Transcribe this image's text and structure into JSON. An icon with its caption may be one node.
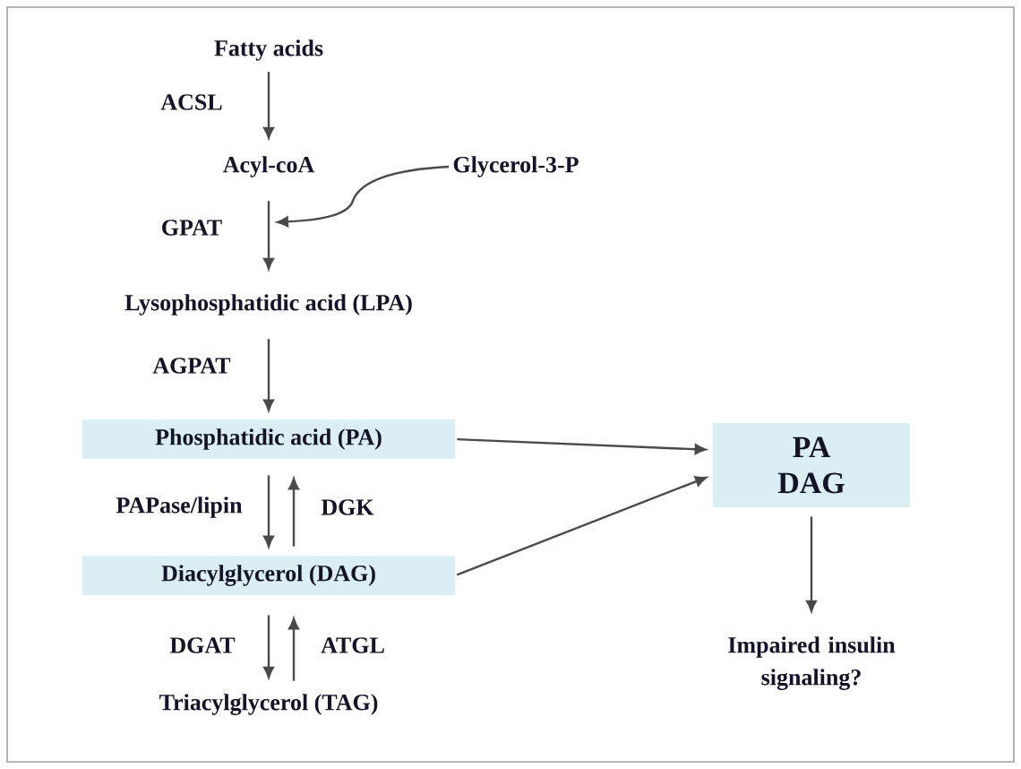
{
  "diagram": {
    "nodes": [
      {
        "text": [
          "Fatty acids"
        ]
      },
      {
        "text": [
          "Acyl-coA"
        ]
      },
      {
        "text": [
          "Glycerol-3-P"
        ]
      },
      {
        "text": [
          "Lysophosphatidic acid (LPA)"
        ]
      },
      {
        "text": [
          "Phosphatidic acid (PA)"
        ]
      },
      {
        "text": [
          "Diacylglycerol (DAG)"
        ]
      },
      {
        "text": [
          "Triacylglycerol (TAG)"
        ]
      },
      {
        "text": [
          "PA",
          "DAG"
        ]
      },
      {
        "text": [
          "Impaired insulin signaling?"
        ]
      }
    ],
    "edges": [
      {
        "from": 0,
        "to": 1,
        "arrow": "to",
        "label": "ACSL"
      },
      {
        "from": 1,
        "to": 3,
        "arrow": "to",
        "label": "GPAT"
      },
      {
        "from": 2,
        "to": null,
        "arrow": "to"
      },
      {
        "from": 3,
        "to": 4,
        "arrow": "to",
        "label": "AGPAT"
      },
      {
        "from": 4,
        "to": 5,
        "arrow": "to",
        "label": "PAPase/lipin"
      },
      {
        "from": 5,
        "to": 4,
        "arrow": "to",
        "label": "DGK"
      },
      {
        "from": 5,
        "to": 6,
        "arrow": "to",
        "label": "DGAT"
      },
      {
        "from": 6,
        "to": 5,
        "arrow": "to",
        "label": "ATGL"
      },
      {
        "from": 4,
        "to": 7,
        "arrow": "to"
      },
      {
        "from": 5,
        "to": 7,
        "arrow": "to"
      },
      {
        "from": 7,
        "to": 8,
        "arrow": "to"
      }
    ]
  }
}
